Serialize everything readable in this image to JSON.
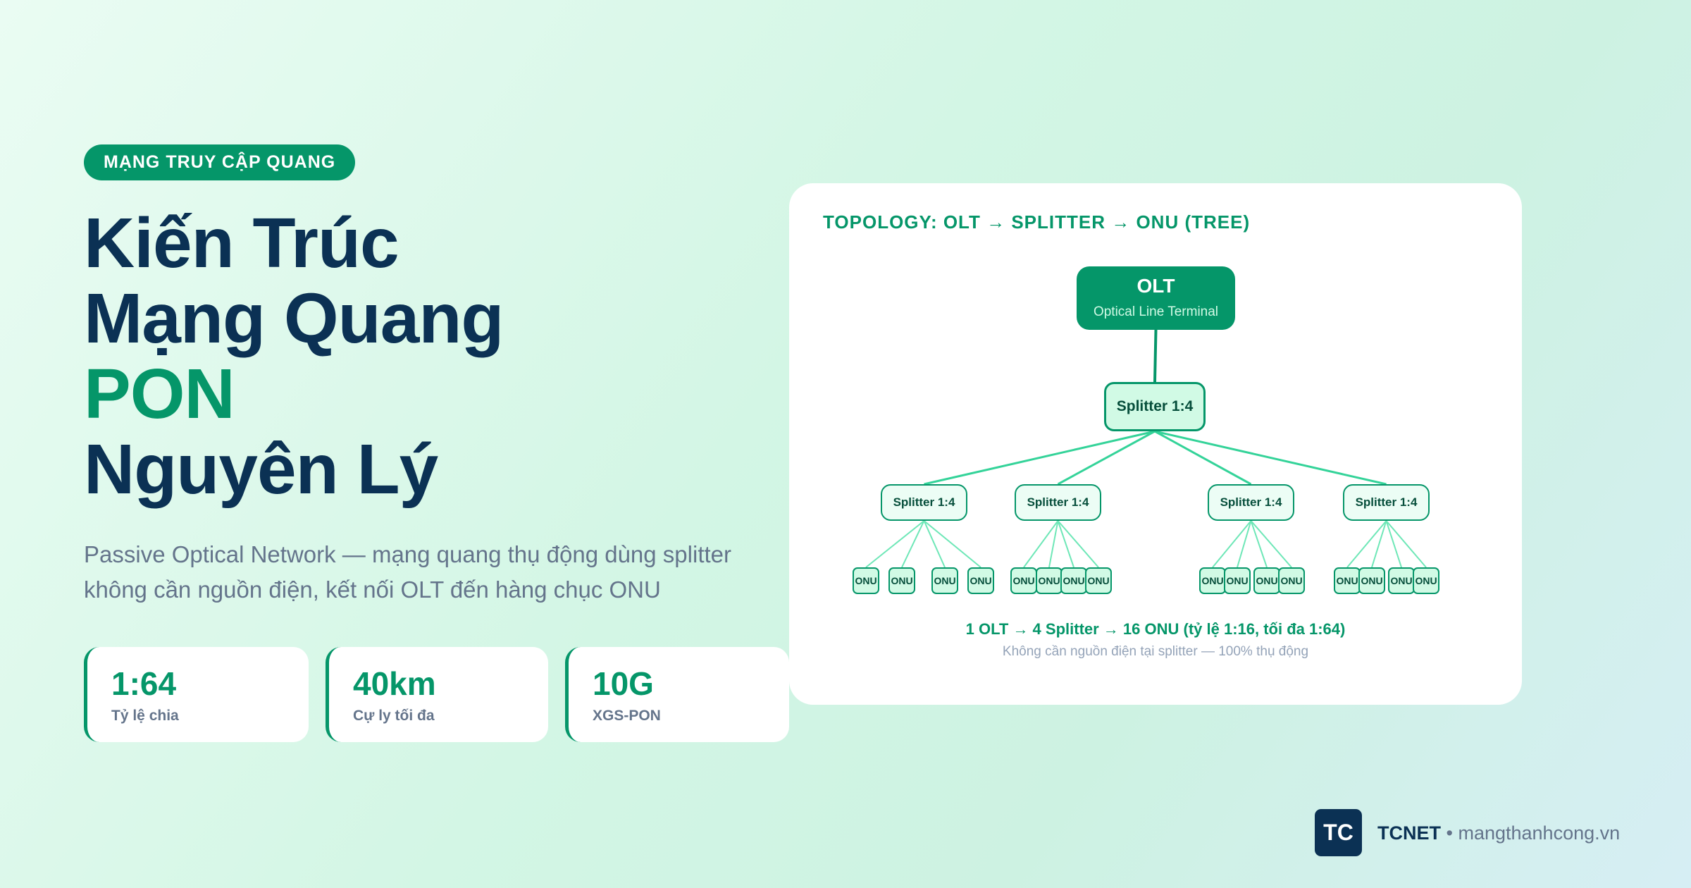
{
  "badge": "MẠNG TRUY CẬP QUANG",
  "title": {
    "line1": "Kiến Trúc",
    "line2": "Mạng Quang",
    "line3": "PON",
    "line4": "Nguyên Lý"
  },
  "subtitle": {
    "line1": "Passive Optical Network — mạng quang thụ động dùng splitter",
    "line2": "không cần nguồn điện, kết nối OLT đến hàng chục ONU"
  },
  "stats": [
    {
      "value": "1:64",
      "label": "Tỷ lệ chia"
    },
    {
      "value": "40km",
      "label": "Cự ly tối đa"
    },
    {
      "value": "10G",
      "label": "XGS-PON"
    }
  ],
  "diagram": {
    "heading": "TOPOLOGY: OLT → SPLITTER → ONU (TREE)",
    "olt": {
      "name": "OLT",
      "subtitle": "Optical Line Terminal"
    },
    "root_splitter": "Splitter 1:4",
    "splitters": [
      {
        "label": "Splitter 1:4",
        "onus": [
          "ONU",
          "ONU",
          "ONU",
          "ONU"
        ]
      },
      {
        "label": "Splitter 1:4",
        "onus": [
          "ONU",
          "ONU",
          "ONU",
          "ONU"
        ]
      },
      {
        "label": "Splitter 1:4",
        "onus": [
          "ONU",
          "ONU",
          "ONU",
          "ONU"
        ]
      },
      {
        "label": "Splitter 1:4",
        "onus": [
          "ONU",
          "ONU",
          "ONU",
          "ONU"
        ]
      }
    ],
    "summary": "1 OLT → 4 Splitter → 16 ONU (tỷ lệ 1:16, tối đa 1:64)",
    "note": "Không cần nguồn điện tại splitter — 100% thụ động"
  },
  "brand": {
    "logo": "TC",
    "name": "TCNET",
    "separator": " • ",
    "site": "mangthanhcong.vn"
  },
  "colors": {
    "primary": "#059669",
    "navy": "#0b3154",
    "line": "#34d399"
  }
}
